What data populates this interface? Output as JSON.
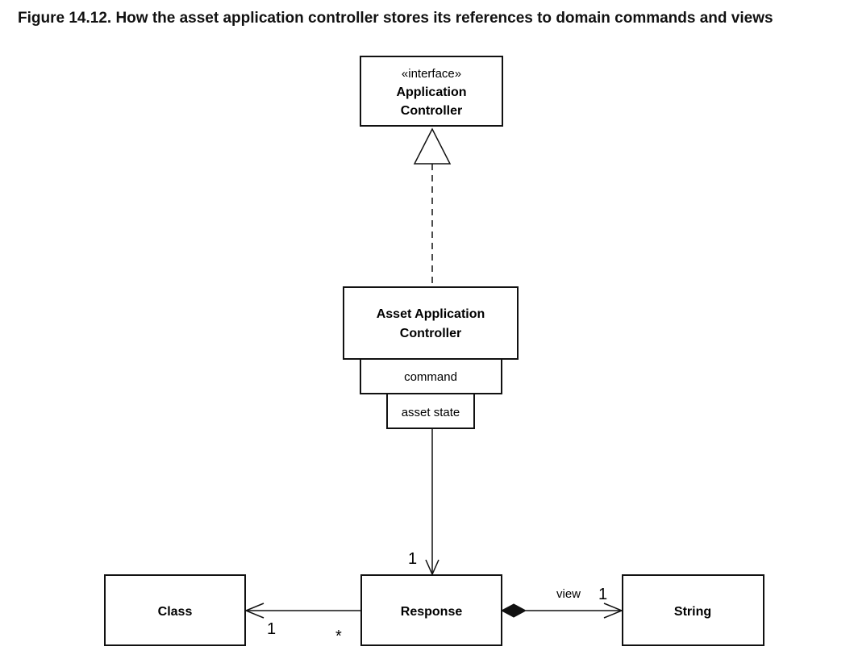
{
  "figure": {
    "title": "Figure 14.12. How the asset application controller stores its references to domain commands and views"
  },
  "classes": {
    "app_controller": {
      "stereotype": "«interface»",
      "line1": "Application",
      "line2": "Controller"
    },
    "asset_controller": {
      "line1": "Asset Application",
      "line2": "Controller",
      "qualifier_outer": "command",
      "qualifier_inner": "asset state"
    },
    "response": {
      "name": "Response"
    },
    "class": {
      "name": "Class"
    },
    "string": {
      "name": "String"
    }
  },
  "associations": {
    "qualified_to_response": {
      "target_multiplicity": "1"
    },
    "response_to_class": {
      "source_multiplicity": "*",
      "target_multiplicity": "1"
    },
    "response_to_string": {
      "role": "view",
      "target_multiplicity": "1"
    }
  }
}
